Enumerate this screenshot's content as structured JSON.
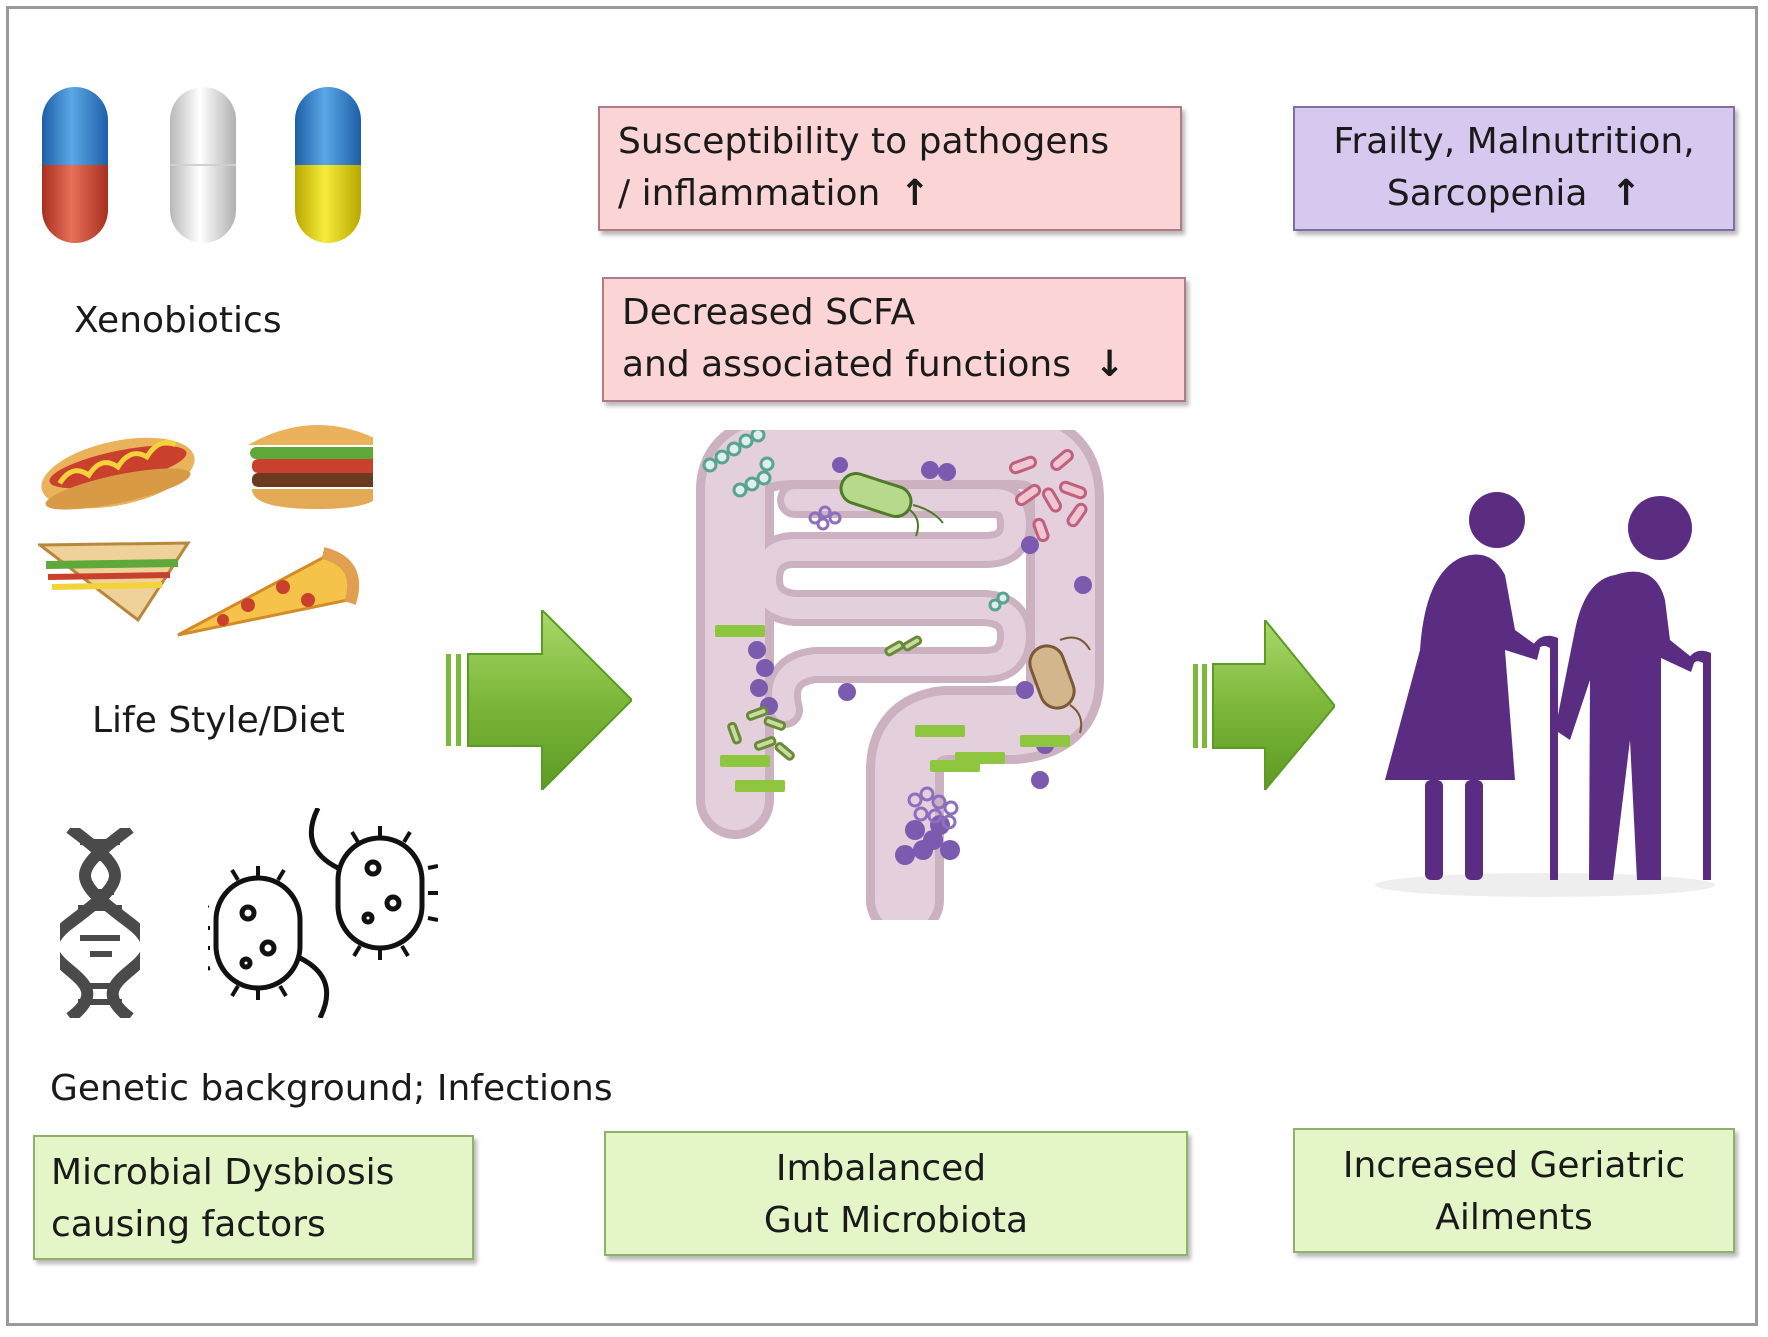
{
  "factors": {
    "xenobiotics_label": "Xenobiotics",
    "lifestyle_label": "Life Style/Diet",
    "genetic_label": "Genetic background; Infections"
  },
  "effects": {
    "pathogens_line1": "Susceptibility to pathogens",
    "pathogens_line2": "/ inflammation",
    "pathogens_arrow": "↑",
    "scfa_line1": "Decreased SCFA",
    "scfa_line2": "and associated functions",
    "scfa_arrow": "↓",
    "frailty_line1": "Frailty,   Malnutrition,",
    "frailty_line2": "Sarcopenia",
    "frailty_arrow": "↑"
  },
  "stages": {
    "dysbiosis_line1": "Microbial Dysbiosis",
    "dysbiosis_line2": "causing  factors",
    "microbiota_line1": "Imbalanced",
    "microbiota_line2": "Gut Microbiota",
    "geriatric_line1": "Increased Geriatric",
    "geriatric_line2": "Ailments"
  },
  "colors": {
    "arrow_green": "#7db83a",
    "box_pink": "#fbd4d6",
    "box_lavender": "#d6c8ef",
    "box_green": "#e4f5c8",
    "elder_purple": "#5b2d82",
    "colon": "#d9c3cf"
  }
}
